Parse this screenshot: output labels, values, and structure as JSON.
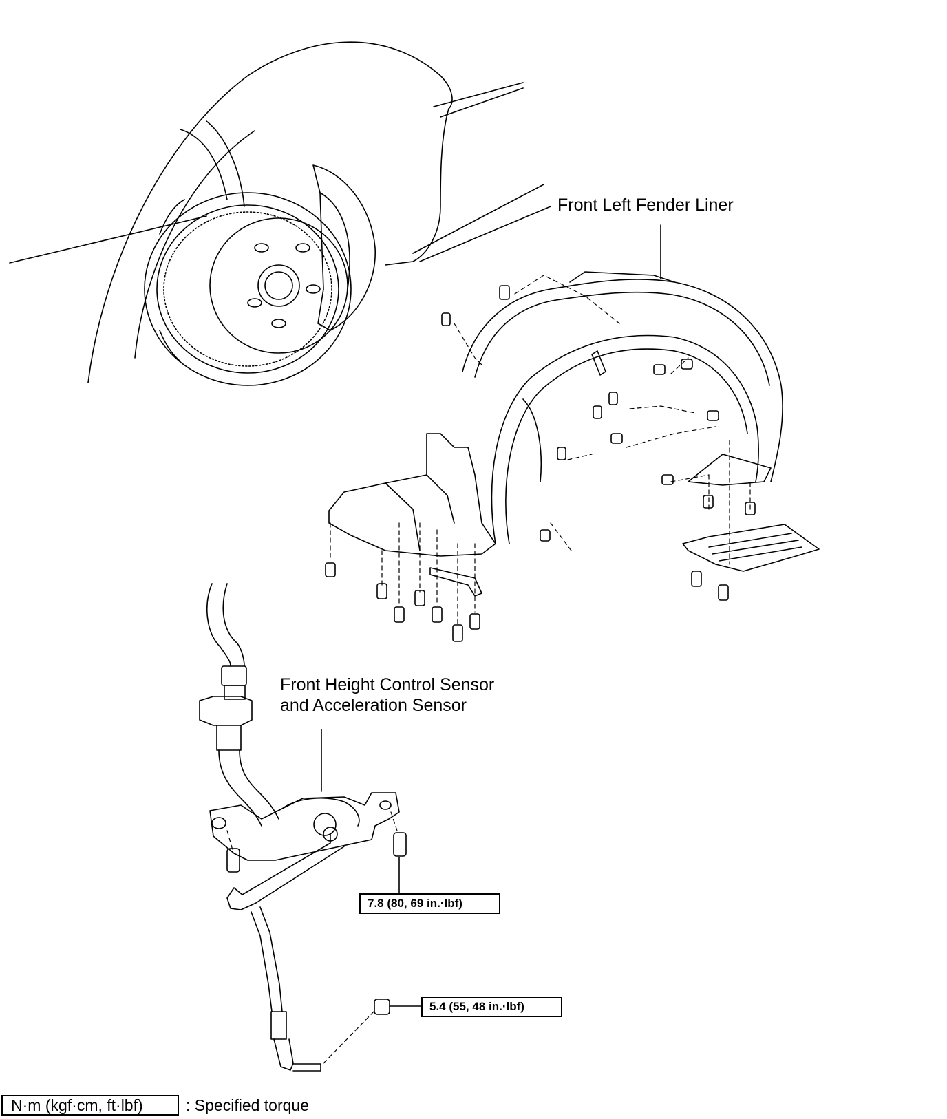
{
  "labels": {
    "fender_liner": "Front Left Fender Liner",
    "sensor_line1": "Front Height Control Sensor",
    "sensor_line2": "and Acceleration Sensor"
  },
  "torques": {
    "bracket_bolt": "7.8 (80, 69 in.·lbf)",
    "link_nut": "5.4 (55, 48 in.·lbf)"
  },
  "legend": {
    "unit_box": "N·m (kgf·cm, ft·lbf)",
    "meaning": ": Specified torque"
  },
  "colors": {
    "ink": "#000000",
    "paper": "#ffffff"
  }
}
